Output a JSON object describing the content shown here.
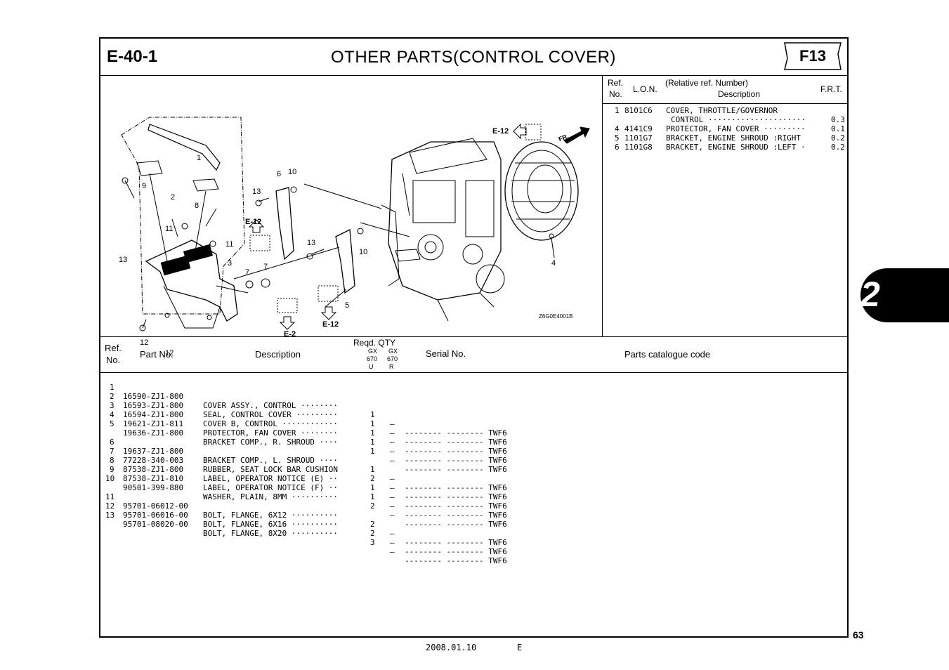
{
  "header": {
    "section": "E-40-1",
    "title": "OTHER  PARTS(CONTROL  COVER)",
    "figure": "F13"
  },
  "diagram": {
    "figure_code": "Z6G0E4001B",
    "callouts": [
      "1",
      "2",
      "3",
      "4",
      "5",
      "6",
      "7",
      "7",
      "8",
      "9",
      "10",
      "10",
      "11",
      "11",
      "12",
      "12",
      "13",
      "13",
      "13"
    ],
    "refs": [
      "E-12",
      "E-12",
      "E-12",
      "E-2"
    ],
    "direction": "FR."
  },
  "ref_table": {
    "headers": {
      "ref": "Ref.",
      "no": "No.",
      "lon": "L.O.N.",
      "relative": "(Relative ref. Number)",
      "description": "Description",
      "frt": "F.R.T."
    },
    "rows": [
      {
        "ref": "1",
        "lon": "8101C6",
        "desc": "COVER, THROTTLE/GOVERNOR",
        "desc2": "CONTROL ·····················",
        "frt": "0.3"
      },
      {
        "ref": "4",
        "lon": "4141C9",
        "desc": "PROTECTOR, FAN COVER ·········",
        "frt": "0.1"
      },
      {
        "ref": "5",
        "lon": "1101G7",
        "desc": "BRACKET, ENGINE SHROUD :RIGHT",
        "frt": "0.2"
      },
      {
        "ref": "6",
        "lon": "1101G8",
        "desc": "BRACKET, ENGINE SHROUD :LEFT ·",
        "frt": "0.2"
      }
    ]
  },
  "parts_table": {
    "headers": {
      "ref": "Ref.",
      "no": "No.",
      "part_no": "Part  No.",
      "description": "Description",
      "reqd": "Reqd.  QTY",
      "gx1": "GX",
      "n1": "670",
      "u": "U",
      "gx2": "GX",
      "n2": "670",
      "r": "R",
      "serial": "Serial  No.",
      "catalogue": "Parts  catalogue  code"
    },
    "rows": [
      {
        "ref": "1",
        "part": "16590-ZJ1-800",
        "desc": "COVER ASSY., CONTROL ········",
        "q1": "1",
        "q2": "–",
        "serial": "-------- -------- TWF6"
      },
      {
        "ref": "2",
        "part": "16593-ZJ1-800",
        "desc": "SEAL, CONTROL COVER ·········",
        "q1": "1",
        "q2": "–",
        "serial": "-------- -------- TWF6"
      },
      {
        "ref": "3",
        "part": "16594-ZJ1-800",
        "desc": "COVER B, CONTROL ············",
        "q1": "1",
        "q2": "–",
        "serial": "-------- -------- TWF6"
      },
      {
        "ref": "4",
        "part": "19621-ZJ1-811",
        "desc": "PROTECTOR, FAN COVER ········",
        "q1": "1",
        "q2": "–",
        "serial": "-------- -------- TWF6"
      },
      {
        "ref": "5",
        "part": "19636-ZJ1-800",
        "desc": "BRACKET COMP., R. SHROUD ····",
        "q1": "1",
        "q2": "–",
        "serial": "-------- -------- TWF6"
      },
      {
        "ref": "6",
        "part": "19637-ZJ1-800",
        "desc": "BRACKET COMP., L. SHROUD ····",
        "q1": "1",
        "q2": "–",
        "serial": "-------- -------- TWF6"
      },
      {
        "ref": "7",
        "part": "77228-340-003",
        "desc": "RUBBER, SEAT LOCK BAR CUSHION",
        "q1": "2",
        "q2": "–",
        "serial": "-------- -------- TWF6"
      },
      {
        "ref": "8",
        "part": "87538-ZJ1-800",
        "desc": "LABEL, OPERATOR NOTICE (E) ··",
        "q1": "1",
        "q2": "–",
        "serial": "-------- -------- TWF6"
      },
      {
        "ref": "9",
        "part": "87538-ZJ1-810",
        "desc": "LABEL, OPERATOR NOTICE (F) ··",
        "q1": "1",
        "q2": "–",
        "serial": "-------- -------- TWF6"
      },
      {
        "ref": "10",
        "part": "90501-399-880",
        "desc": "WASHER, PLAIN, 8MM ··········",
        "q1": "2",
        "q2": "–",
        "serial": "-------- -------- TWF6"
      },
      {
        "ref": "11",
        "part": "95701-06012-00",
        "desc": "BOLT, FLANGE, 6X12 ··········",
        "q1": "2",
        "q2": "–",
        "serial": "-------- -------- TWF6"
      },
      {
        "ref": "12",
        "part": "95701-06016-00",
        "desc": "BOLT, FLANGE, 6X16 ··········",
        "q1": "2",
        "q2": "–",
        "serial": "-------- -------- TWF6"
      },
      {
        "ref": "13",
        "part": "95701-08020-00",
        "desc": "BOLT, FLANGE, 8X20 ··········",
        "q1": "3",
        "q2": "–",
        "serial": "-------- -------- TWF6"
      }
    ]
  },
  "footer": {
    "date": "2008.01.10",
    "lang": "E",
    "page": "63",
    "tab": "2"
  }
}
